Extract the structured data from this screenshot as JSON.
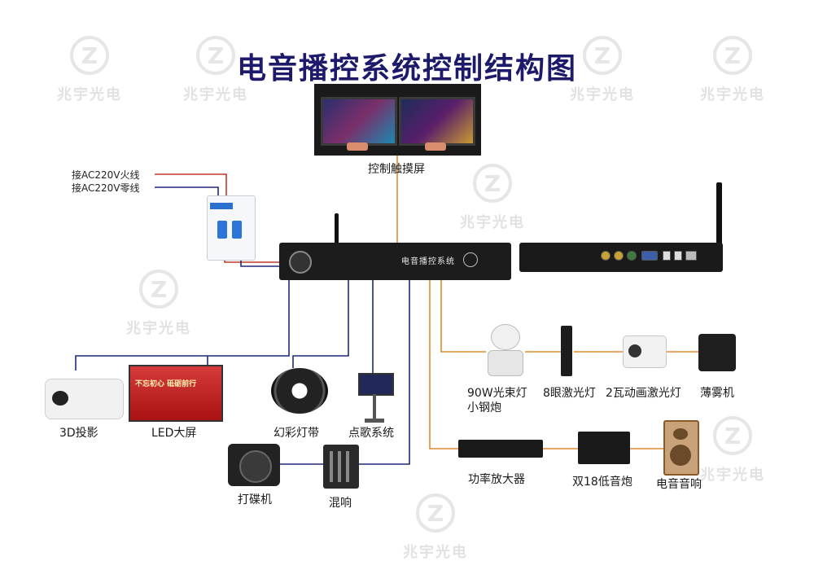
{
  "title": "电音播控系统控制结构图",
  "watermark": "兆宇光电",
  "colors": {
    "title": "#1e1a6b",
    "wire_live": "#c0392b",
    "wire_neutral": "#1f2a7a",
    "wire_signal": "#1f2a7a",
    "wire_orange": "#e08a2e"
  },
  "power": {
    "live": "接AC220V火线",
    "neutral": "接AC220V零线"
  },
  "main_unit": "电音播控系统",
  "devices": {
    "touch_screen": "控制触摸屏",
    "projector": "3D投影",
    "led": "LED大屏",
    "led_screen_text": "不忘初心 砥砺前行",
    "light_strip": "幻彩灯带",
    "song_system": "点歌系统",
    "cdj": "打碟机",
    "mixer": "混响",
    "beam_light_1": "90W光束灯",
    "beam_light_2": "小钢炮",
    "eye8_laser": "8眼激光灯",
    "anim_laser": "2瓦动画激光灯",
    "fog": "薄雾机",
    "amplifier": "功率放大器",
    "subwoofer": "双18低音炮",
    "speaker": "电音音响"
  },
  "icons": {
    "watermark_logo": "z-circle-logo",
    "power_button": "power-knob-icon"
  }
}
